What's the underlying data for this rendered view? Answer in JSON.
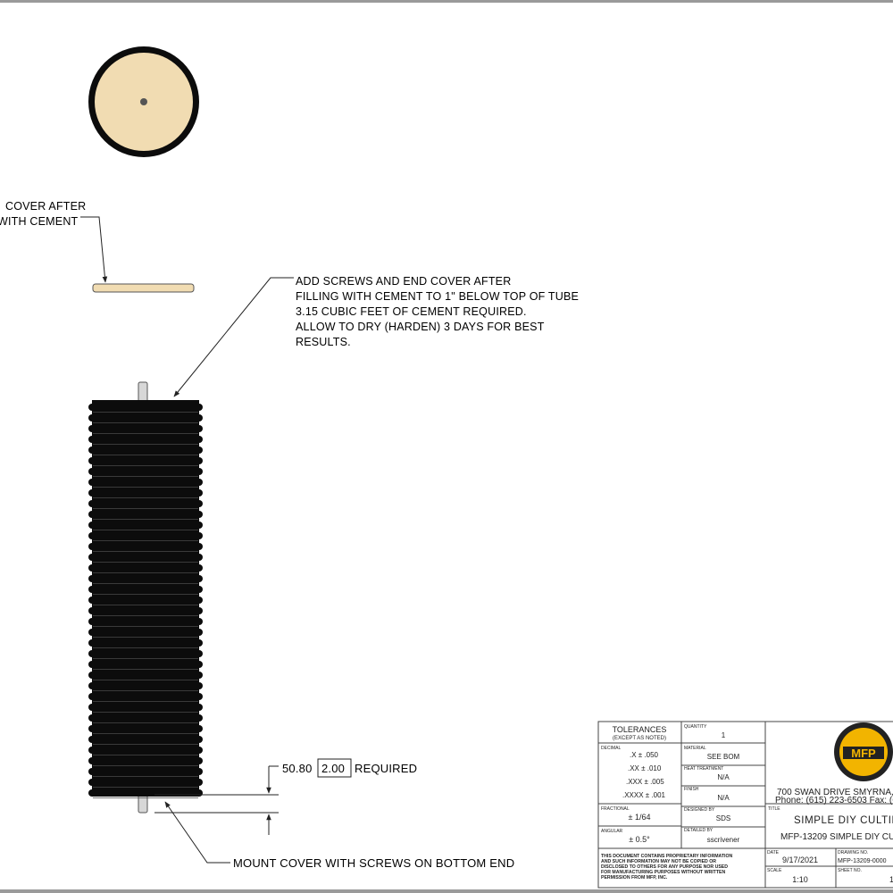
{
  "notes": {
    "partial_line1": "COVER AFTER",
    "partial_line2": "WITH CEMENT",
    "add_screws": [
      "ADD SCREWS AND END COVER AFTER",
      "FILLING WITH  CEMENT TO 1\" BELOW TOP OF TUBE",
      "3.15 CUBIC FEET OF CEMENT REQUIRED.",
      "ALLOW TO DRY (HARDEN) 3 DAYS FOR BEST",
      "RESULTS."
    ],
    "dim_mm": "50.80",
    "dim_in": "2.00",
    "dim_suffix": "REQUIRED",
    "mount_cover": "MOUNT COVER WITH SCREWS ON  BOTTOM END"
  },
  "title_block": {
    "tolerances_title": "TOLERANCES",
    "tolerances_sub": "(EXCEPT AS NOTED)",
    "decimal_label": "DECIMAL",
    "decimal_rows": [
      ".X  ± .050",
      ".XX  ± .010",
      ".XXX  ± .005",
      ".XXXX  ± .001"
    ],
    "fractional_label": "FRACTIONAL",
    "fractional_value": "± 1/64",
    "angular_label": "ANGULAR",
    "angular_value": "± 0.5°",
    "quantity_label": "QUANTITY",
    "quantity_value": "1",
    "material_label": "MATERIAL",
    "material_value": "SEE BOM",
    "heat_label": "HEAT TREATMENT",
    "heat_value": "N/A",
    "finish_label": "FINISH",
    "finish_value": "N/A",
    "designed_label": "DESIGNED BY",
    "designed_value": "SDS",
    "detailed_label": "DETAILED BY",
    "detailed_value": "sscrivener",
    "logo_text": "MFP",
    "address": "700 SWAN DRIVE  SMYRNA,",
    "phone": "Phone: (615) 223-6503  Fax: (6",
    "title_label": "TITLE",
    "title_value": "SIMPLE DIY CULTIP",
    "subtitle_value": "MFP-13209 SIMPLE DIY CU",
    "disclaimer": [
      "THIS DOCUMENT CONTAINS PROPRIETARY INFORMATION",
      "AND SUCH INFORMATION MAY NOT BE COPIED OR",
      "DISCLOSED TO OTHERS FOR ANY PURPOSE NOR USED",
      "FOR MANUFACTURING PURPOSES WITHOUT WRITTEN",
      "PERMISSION FROM MFP, INC."
    ],
    "date_label": "DATE",
    "date_value": "9/17/2021",
    "drawing_label": "DRAWING NO.",
    "drawing_value": "MFP-13209-0000",
    "scale_label": "SCALE",
    "scale_value": "1:10",
    "sheet_label": "SHEET NO.",
    "sheet_value": "1"
  },
  "colors": {
    "wood": "#f1dcb2",
    "tube": "#0c0c0c",
    "line": "#222222"
  }
}
